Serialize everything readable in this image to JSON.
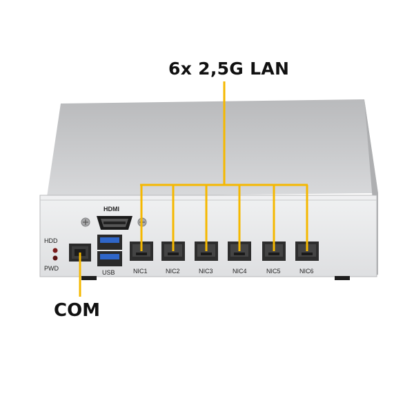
{
  "callouts": {
    "lan": "6x 2,5G LAN",
    "com": "COM"
  },
  "panel_labels": {
    "hdmi": "HDMI",
    "hdd": "HDD",
    "pwd": "PWD",
    "usb": "USB"
  },
  "nic_ports": [
    "NIC1",
    "NIC2",
    "NIC3",
    "NIC4",
    "NIC5",
    "NIC6"
  ],
  "colors": {
    "callout_line": "#f5b800",
    "chassis_body": "#cfd0d2",
    "front_panel": "#e8e9eb",
    "port_metal": "#2d2d2d"
  }
}
